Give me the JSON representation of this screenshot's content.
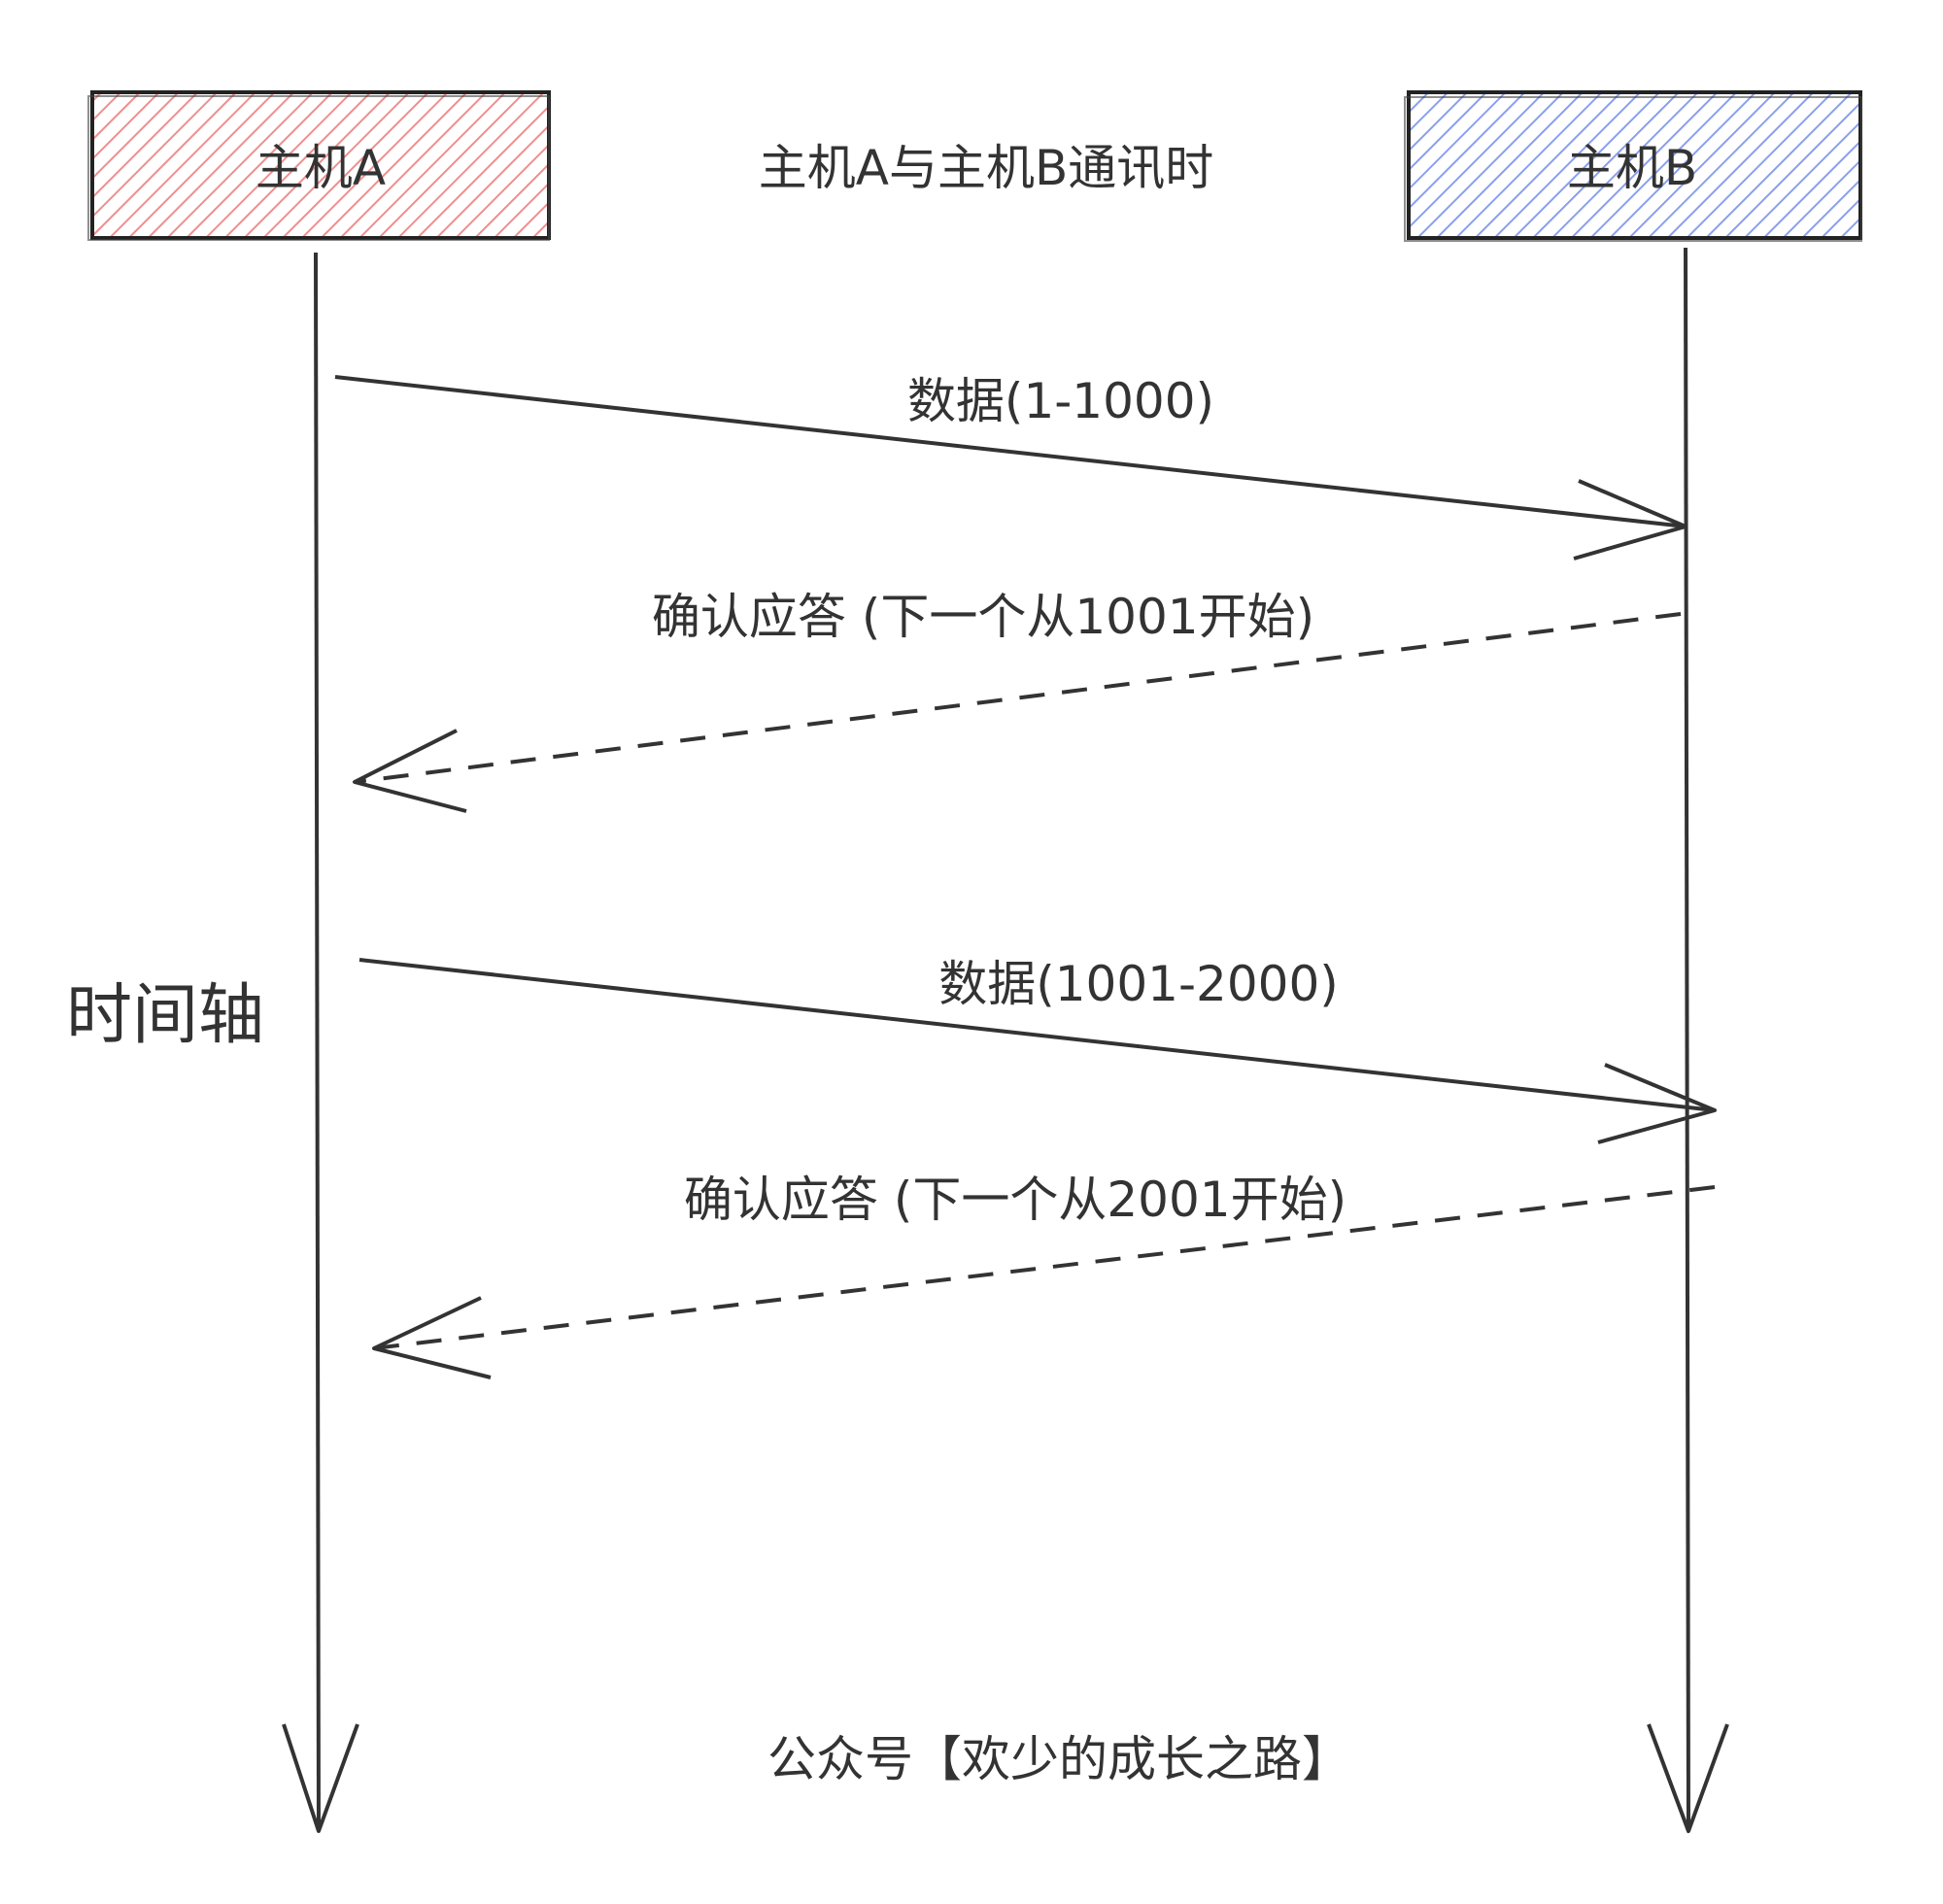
{
  "title": "主机A与主机B通讯时",
  "host_a": {
    "label": "主机A",
    "fill": "#f4a6a6",
    "stroke": "#222222"
  },
  "host_b": {
    "label": "主机B",
    "fill": "#a7b9f2",
    "stroke": "#222222"
  },
  "axis_label": "时间轴",
  "messages": [
    {
      "label": "数据(1-1000)",
      "direction": "A-to-B",
      "style": "solid"
    },
    {
      "label": "确认应答 (下一个从1001开始)",
      "direction": "B-to-A",
      "style": "dashed"
    },
    {
      "label": "数据(1001-2000)",
      "direction": "A-to-B",
      "style": "solid"
    },
    {
      "label": "确认应答 (下一个从2001开始)",
      "direction": "B-to-A",
      "style": "dashed"
    }
  ],
  "watermark": "公众号【欢少的成长之路】"
}
